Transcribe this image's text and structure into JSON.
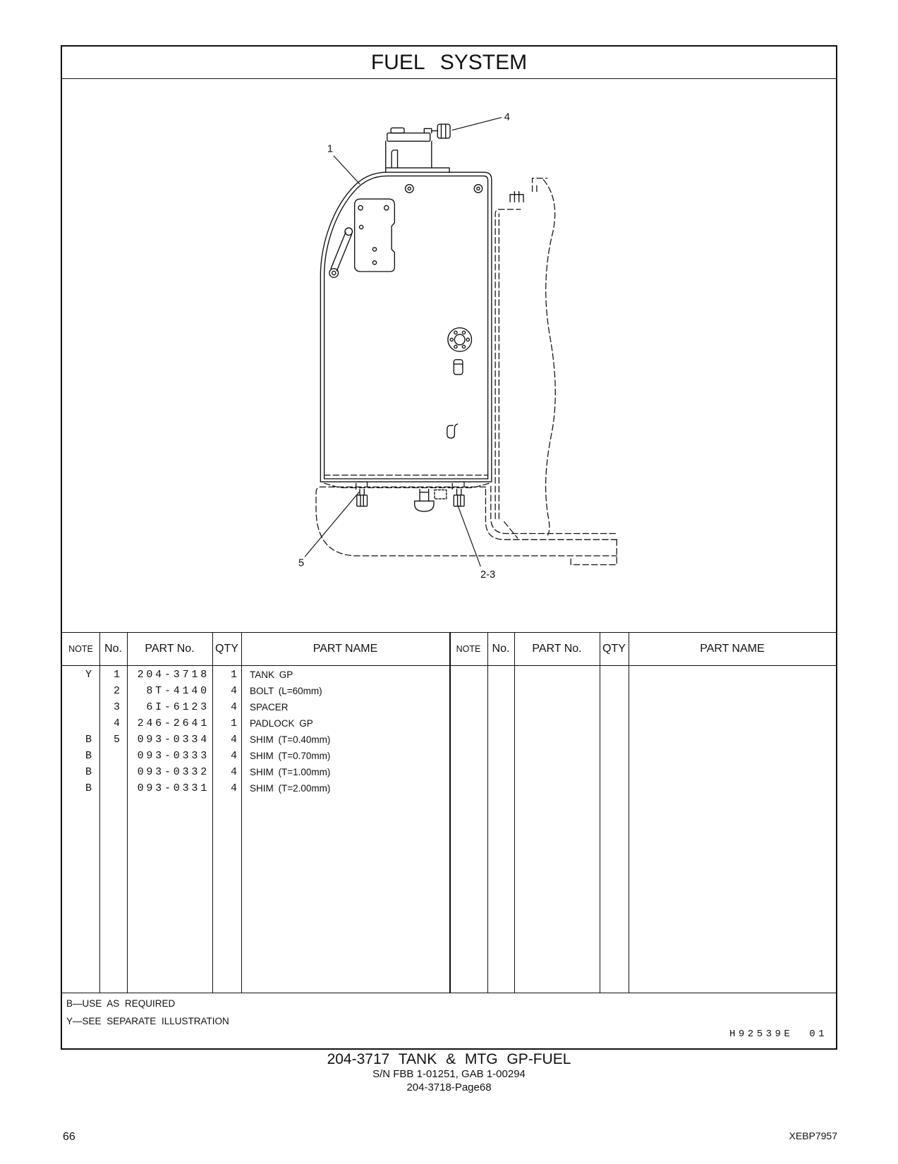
{
  "page": {
    "title": "FUEL SYSTEM"
  },
  "illustration": {
    "callouts": {
      "item_1": "1",
      "item_4": "4",
      "item_5": "5",
      "items_2_3": "2-3"
    }
  },
  "table": {
    "headers": {
      "note": "NOTE",
      "no": "No.",
      "part_no": "PART No.",
      "qty": "QTY",
      "part_name": "PART NAME"
    },
    "rows": [
      {
        "note": "Y",
        "no": "1",
        "part_no": "204-3718",
        "qty": "1",
        "part_name": "TANK GP"
      },
      {
        "no": "2",
        "part_no": "8T-4140",
        "qty": "4",
        "part_name": "BOLT (L=60mm)"
      },
      {
        "no": "3",
        "part_no": "6I-6123",
        "qty": "4",
        "part_name": "SPACER"
      },
      {
        "no": "4",
        "part_no": "246-2641",
        "qty": "1",
        "part_name": "PADLOCK GP"
      },
      {
        "note": "B",
        "no": "5",
        "part_no": "093-0334",
        "qty": "4",
        "part_name": "SHIM (T=0.40mm)"
      },
      {
        "note": "B",
        "part_no": "093-0333",
        "qty": "4",
        "part_name": "SHIM (T=0.70mm)"
      },
      {
        "note": "B",
        "part_no": "093-0332",
        "qty": "4",
        "part_name": "SHIM (T=1.00mm)"
      },
      {
        "note": "B",
        "part_no": "093-0331",
        "qty": "4",
        "part_name": "SHIM (T=2.00mm)"
      }
    ]
  },
  "legend": {
    "b_note": "B—USE AS REQUIRED",
    "y_note": "Y—SEE SEPARATE ILLUSTRATION"
  },
  "drawing_code": "H92539E 01",
  "footer": {
    "group_title": "204-3717 TANK & MTG GP-FUEL",
    "serial_numbers": "S/N FBB 1-01251, GAB 1-00294",
    "reference": "204-3718-Page68",
    "page_number": "66",
    "document_id": "XEBP7957"
  }
}
